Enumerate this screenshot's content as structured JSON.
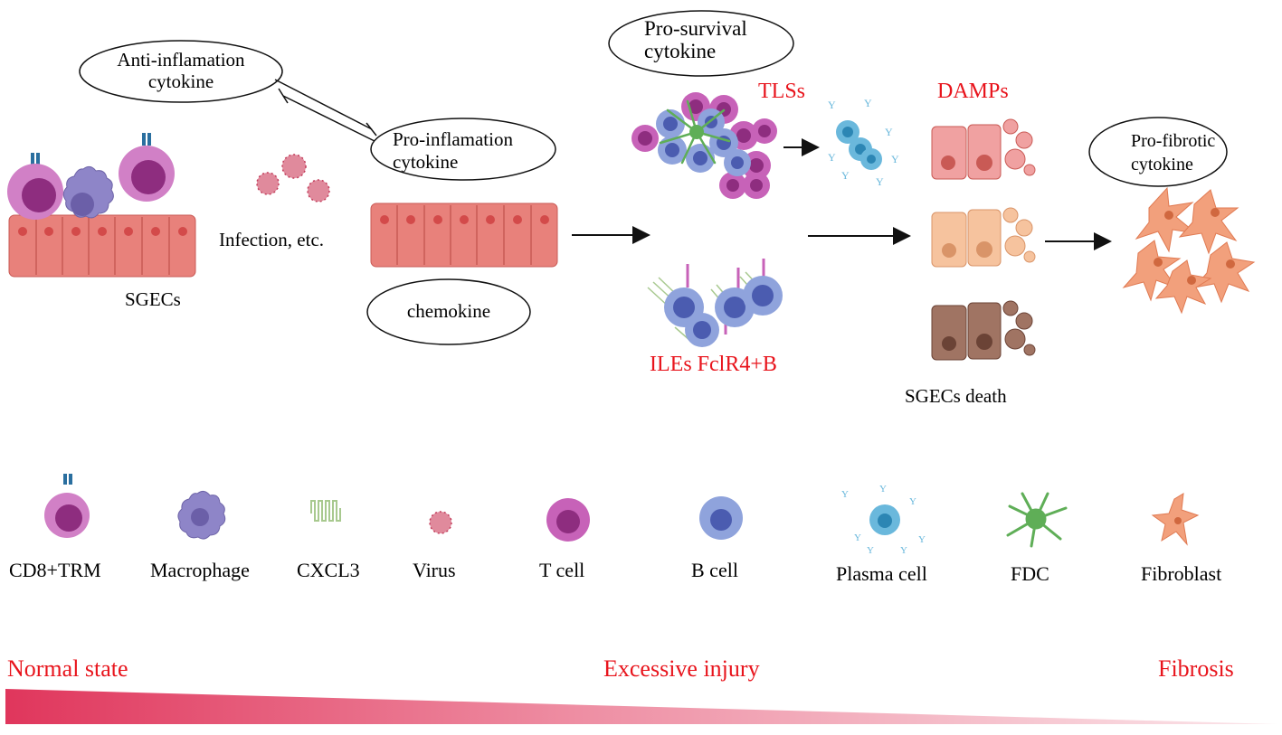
{
  "labels": {
    "anti_inflammation": [
      "Anti-inflamation",
      "cytokine"
    ],
    "pro_inflammation": [
      "Pro-inflamation",
      "cytokine"
    ],
    "pro_survival": [
      "Pro-survival",
      "cytokine"
    ],
    "pro_fibrotic": [
      "Pro-fibrotic",
      "cytokine"
    ],
    "chemokine": "chemokine",
    "infection": "Infection, etc.",
    "sgecs": "SGECs",
    "tlss": "TLSs",
    "damps": "DAMPs",
    "iles_fcrl4b": "ILEs  FclR4+B",
    "sgecs_death": "SGECs death"
  },
  "legend": [
    {
      "name": "CD8+TRM",
      "icon": "cd8-trm-icon"
    },
    {
      "name": "Macrophage",
      "icon": "macrophage-icon"
    },
    {
      "name": "CXCL3",
      "icon": "cxcl3-icon"
    },
    {
      "name": "Virus",
      "icon": "virus-icon"
    },
    {
      "name": "T cell",
      "icon": "t-cell-icon"
    },
    {
      "name": "B cell",
      "icon": "b-cell-icon"
    },
    {
      "name": "Plasma cell",
      "icon": "plasma-cell-icon"
    },
    {
      "name": "FDC",
      "icon": "fdc-icon"
    },
    {
      "name": "Fibroblast",
      "icon": "fibroblast-icon"
    }
  ],
  "stages": {
    "normal": "Normal state",
    "injury": "Excessive injury",
    "fibrosis": "Fibrosis"
  },
  "colors": {
    "accent_red": "#e8141c",
    "epithelium": "#e8817b",
    "epithelium_dark": "#c95a55",
    "t_cell": "#c762b8",
    "t_cell_inner": "#8e2d7f",
    "b_cell": "#8fa3dc",
    "b_cell_inner": "#4b5cb0",
    "macrophage": "#8e85c8",
    "plasma": "#6ab8dc",
    "fdc": "#5fae57",
    "fibroblast": "#f2a07c",
    "virus": "#d9607a",
    "gradient_start": "#e0365c",
    "gradient_end": "#f7d3da"
  }
}
